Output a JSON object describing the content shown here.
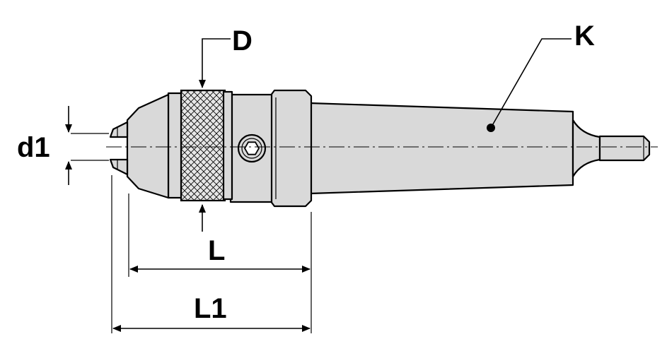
{
  "labels": {
    "D": "D",
    "K": "K",
    "d1": "d1",
    "L": "L",
    "L1": "L1"
  },
  "colors": {
    "line": "#000000",
    "body": "#d9d9d9",
    "background": "#ffffff"
  }
}
